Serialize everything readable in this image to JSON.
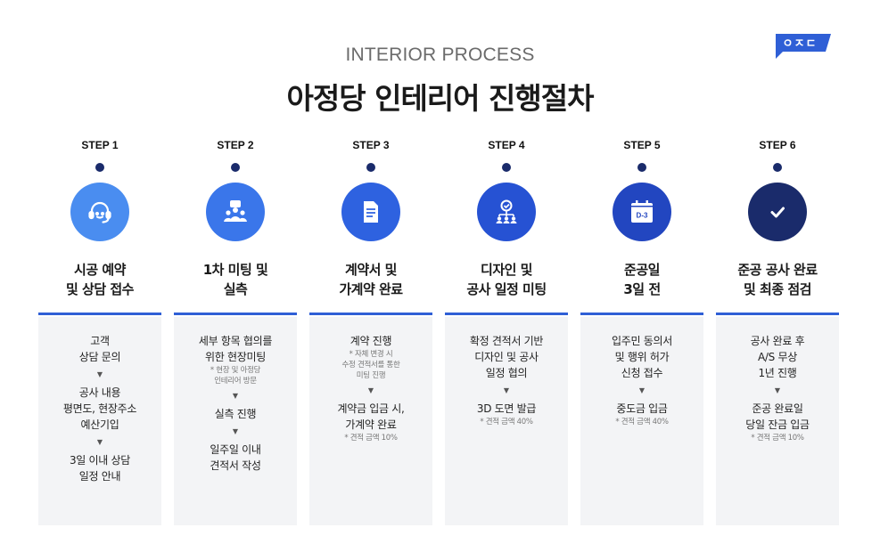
{
  "logo_text": "ㅇㅈㄷ",
  "subtitle": "INTERIOR PROCESS",
  "title": "아정당 인테리어 진행절차",
  "colors": {
    "primary_blue": "#2f5fd6",
    "navy": "#1a2b6b",
    "step1": "#4a8df0",
    "step2": "#3a76ea",
    "step3": "#2e62e0",
    "step4": "#2652d3",
    "step5": "#2246c0",
    "step6": "#1a2b6b"
  },
  "steps": [
    {
      "label": "STEP 1",
      "icon": "headset-icon",
      "name": [
        "시공 예약",
        "및 상담 접수"
      ],
      "details": [
        {
          "type": "text",
          "lines": [
            "고객",
            "상담 문의"
          ]
        },
        {
          "type": "arrow"
        },
        {
          "type": "text",
          "lines": [
            "공사 내용",
            "평면도, 현장주소",
            "예산기입"
          ]
        },
        {
          "type": "arrow"
        },
        {
          "type": "text",
          "lines": [
            "3일 이내 상담",
            "일정 안내"
          ]
        }
      ]
    },
    {
      "label": "STEP 2",
      "icon": "meeting-icon",
      "name": [
        "1차 미팅 및",
        "실측"
      ],
      "details": [
        {
          "type": "text",
          "lines": [
            "세부 항목 협의를",
            "위한 현장미팅"
          ]
        },
        {
          "type": "note",
          "lines": [
            "* 현장 및 아정당",
            "인테리어 방문"
          ]
        },
        {
          "type": "arrow"
        },
        {
          "type": "text",
          "lines": [
            "실측 진행"
          ]
        },
        {
          "type": "arrow"
        },
        {
          "type": "text",
          "lines": [
            "일주일 이내",
            "견적서 작성"
          ]
        }
      ]
    },
    {
      "label": "STEP 3",
      "icon": "document-icon",
      "name": [
        "계약서 및",
        "가계약 완료"
      ],
      "details": [
        {
          "type": "text",
          "lines": [
            "계약 진행"
          ]
        },
        {
          "type": "note",
          "lines": [
            "* 자체 변경 시",
            "수정 견적서를 통한",
            "미팅 진행"
          ]
        },
        {
          "type": "arrow"
        },
        {
          "type": "text",
          "lines": [
            "계약금 입금 시,",
            "가계약 완료"
          ]
        },
        {
          "type": "note",
          "lines": [
            "* 견적 금액 10%"
          ]
        }
      ]
    },
    {
      "label": "STEP 4",
      "icon": "design-meeting-icon",
      "name": [
        "디자인 및",
        "공사 일정 미팅"
      ],
      "details": [
        {
          "type": "text",
          "lines": [
            "확정 견적서 기반",
            "디자인 및 공사",
            "일정 협의"
          ]
        },
        {
          "type": "arrow"
        },
        {
          "type": "text",
          "lines": [
            "3D 도면 발급"
          ]
        },
        {
          "type": "note",
          "lines": [
            "* 견적 금액 40%"
          ]
        }
      ]
    },
    {
      "label": "STEP 5",
      "icon": "calendar-icon",
      "calendar_text": "D-3",
      "name": [
        "준공일",
        "3일 전"
      ],
      "details": [
        {
          "type": "text",
          "lines": [
            "입주민 동의서",
            "및 행위 허가",
            "신청 접수"
          ]
        },
        {
          "type": "arrow"
        },
        {
          "type": "text",
          "lines": [
            "중도금 입금"
          ]
        },
        {
          "type": "note",
          "lines": [
            "* 견적 금액 40%"
          ]
        }
      ]
    },
    {
      "label": "STEP 6",
      "icon": "check-icon",
      "name": [
        "준공 공사 완료",
        "및 최종 점검"
      ],
      "details": [
        {
          "type": "text",
          "lines": [
            "공사 완료 후",
            "A/S 무상",
            "1년 진행"
          ]
        },
        {
          "type": "arrow"
        },
        {
          "type": "text",
          "lines": [
            "준공 완료일",
            "당일 잔금 입금"
          ]
        },
        {
          "type": "note",
          "lines": [
            "* 견적 금액 10%"
          ]
        }
      ]
    }
  ]
}
